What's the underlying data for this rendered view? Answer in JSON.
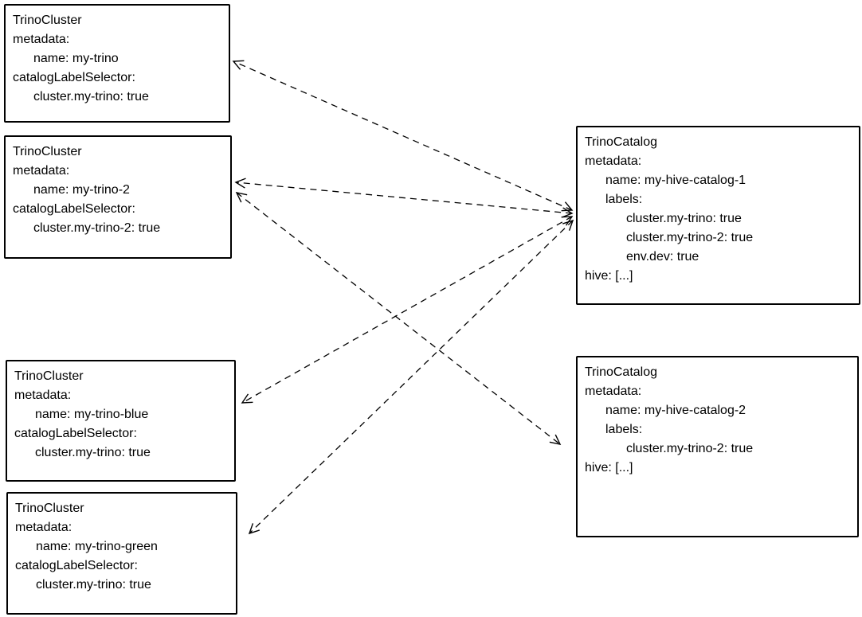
{
  "diagram": {
    "background": "#ffffff",
    "stroke_color": "#000000",
    "boxes": [
      {
        "id": "trinocluster-my-trino",
        "lines": [
          "TrinoCluster",
          "metadata:",
          "name: my-trino",
          "catalogLabelSelector:",
          "cluster.my-trino: true"
        ]
      },
      {
        "id": "trinocluster-my-trino-2",
        "lines": [
          "TrinoCluster",
          "metadata:",
          "name: my-trino-2",
          "catalogLabelSelector:",
          "cluster.my-trino-2: true"
        ]
      },
      {
        "id": "trinocluster-my-trino-blue",
        "lines": [
          "TrinoCluster",
          "metadata:",
          "name: my-trino-blue",
          "catalogLabelSelector:",
          "cluster.my-trino: true"
        ]
      },
      {
        "id": "trinocluster-my-trino-green",
        "lines": [
          "TrinoCluster",
          "metadata:",
          "name: my-trino-green",
          "catalogLabelSelector:",
          "cluster.my-trino: true"
        ]
      },
      {
        "id": "trinocatalog-my-hive-catalog-1",
        "lines": [
          "TrinoCatalog",
          "metadata:",
          "name: my-hive-catalog-1",
          "labels:",
          "cluster.my-trino: true",
          "cluster.my-trino-2: true",
          "env.dev: true",
          "hive: [...]"
        ]
      },
      {
        "id": "trinocatalog-my-hive-catalog-2",
        "lines": [
          "TrinoCatalog",
          "metadata:",
          "name: my-hive-catalog-2",
          "labels:",
          "cluster.my-trino-2: true",
          "hive: [...]"
        ]
      }
    ],
    "edges": [
      {
        "from": "my-hive-catalog-1",
        "to": "my-trino",
        "line_style": "dashed",
        "arrowheads": "both"
      },
      {
        "from": "my-hive-catalog-1",
        "to": "my-trino-2",
        "line_style": "dashed",
        "arrowheads": "both"
      },
      {
        "from": "my-hive-catalog-1",
        "to": "my-trino-blue",
        "line_style": "dashed",
        "arrowheads": "both"
      },
      {
        "from": "my-hive-catalog-1",
        "to": "my-trino-green",
        "line_style": "dashed",
        "arrowheads": "both"
      },
      {
        "from": "my-trino-2",
        "to": "my-hive-catalog-2",
        "line_style": "dashed",
        "arrowheads": "both"
      }
    ]
  }
}
